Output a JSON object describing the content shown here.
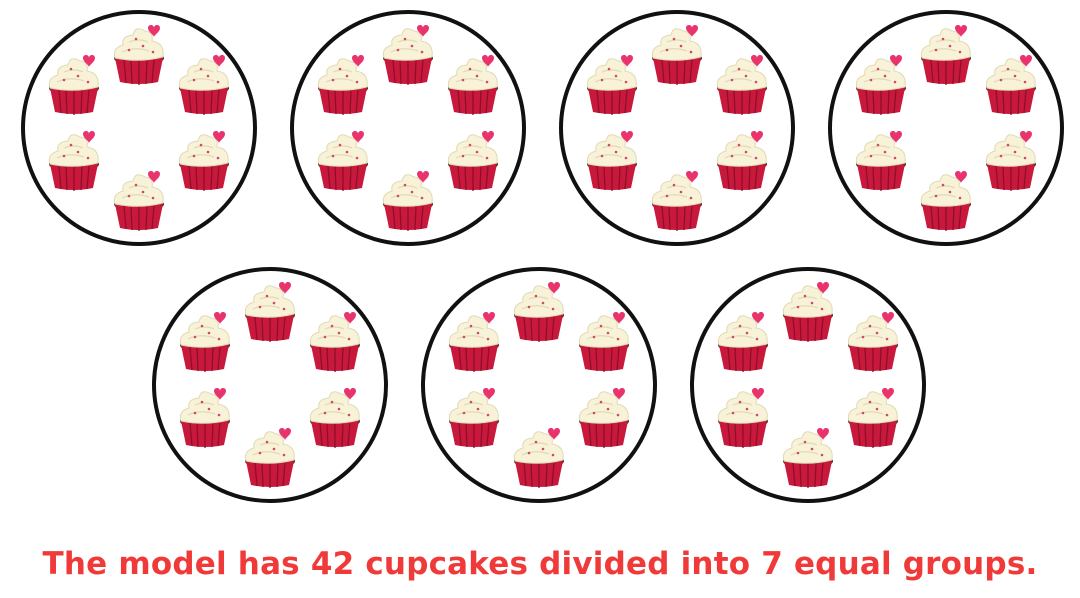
{
  "caption": "The model has 42 cupcakes divided into 7 equal groups.",
  "groups_count": 7,
  "cupcakes_per_group": 6,
  "colors": {
    "caption": "#f03a3a",
    "circle_stroke": "#111111",
    "wrapper": "#c8183c",
    "wrapper_dark": "#8e0f2b",
    "cake": "#3a2418",
    "frosting": "#f7f2d8",
    "frosting_shade": "#e2dab4",
    "heart": "#e8336d",
    "sprinkle": "#d24a62"
  }
}
